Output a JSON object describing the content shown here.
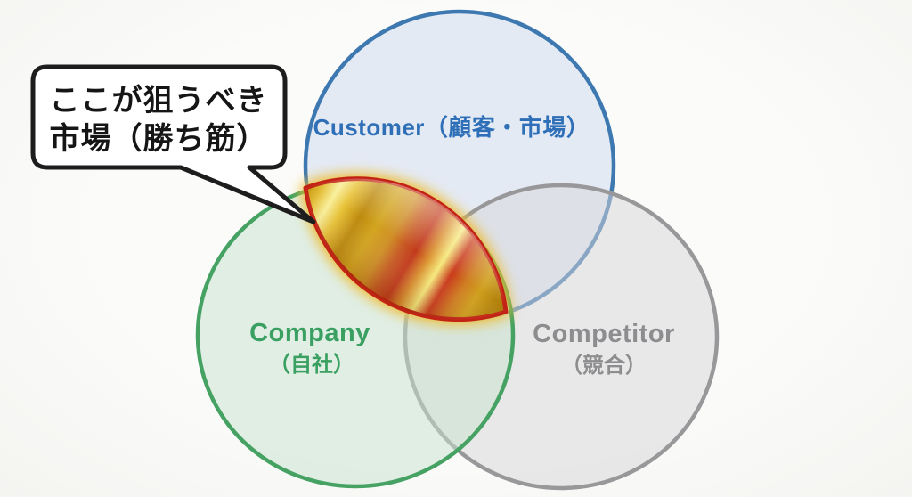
{
  "background_color": "#fafaf8",
  "callout": {
    "line1": "ここが狙うべき",
    "line2": "市場（勝ち筋）",
    "text_color": "#151515",
    "bubble_fill": "#ffffff",
    "border_color": "#1d1d1d"
  },
  "venn": {
    "customer": {
      "label": "Customer（顧客・市場）",
      "stroke_color": "#3d78b0",
      "fill_color": "#cdd9ee",
      "text_color": "#2e6fb7"
    },
    "company": {
      "label": "Company",
      "sublabel": "（自社）",
      "stroke_color": "#45a263",
      "fill_color": "#c5e2cd",
      "text_color": "#3aa062"
    },
    "competitor": {
      "label": "Competitor",
      "sublabel": "（競合）",
      "stroke_color": "#98989a",
      "fill_color": "#d6d6d8",
      "text_color": "#8d8d8f"
    }
  },
  "highlight": {
    "border_color": "#c32414",
    "glow_color": "#edbc35",
    "gold_colors": [
      "#c0920e",
      "#f9ef9a",
      "#d2a41e",
      "#c23a1d",
      "#f6e97c",
      "#a5770a"
    ]
  }
}
